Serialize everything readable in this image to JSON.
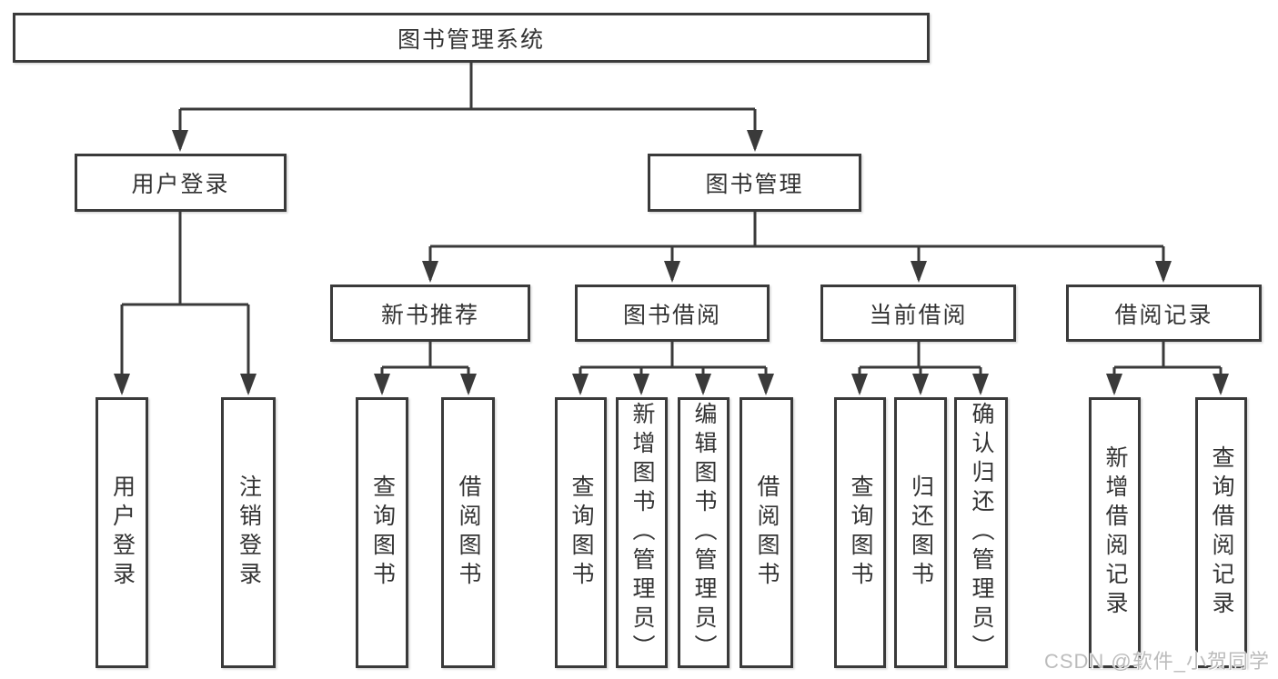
{
  "diagram": {
    "tree": {
      "label": "图书管理系统",
      "children": [
        {
          "label": "用户登录",
          "children": [
            {
              "label": "用户登录"
            },
            {
              "label": "注销登录"
            }
          ]
        },
        {
          "label": "图书管理",
          "children": [
            {
              "label": "新书推荐",
              "children": [
                {
                  "label": "查询图书"
                },
                {
                  "label": "借阅图书"
                }
              ]
            },
            {
              "label": "图书借阅",
              "children": [
                {
                  "label": "查询图书"
                },
                {
                  "label": "新增图书（管理员）"
                },
                {
                  "label": "编辑图书（管理员）"
                },
                {
                  "label": "借阅图书"
                }
              ]
            },
            {
              "label": "当前借阅",
              "children": [
                {
                  "label": "查询图书"
                },
                {
                  "label": "归还图书"
                },
                {
                  "label": "确认归还（管理员）"
                }
              ]
            },
            {
              "label": "借阅记录",
              "children": [
                {
                  "label": "新增借阅记录"
                },
                {
                  "label": "查询借阅记录"
                }
              ]
            }
          ]
        }
      ]
    },
    "watermark": "CSDN @软件_小贺同学"
  },
  "colors": {
    "line": "#3a3a3a",
    "text": "#333333",
    "watermark": "#bcbcbc",
    "background": "#ffffff"
  }
}
